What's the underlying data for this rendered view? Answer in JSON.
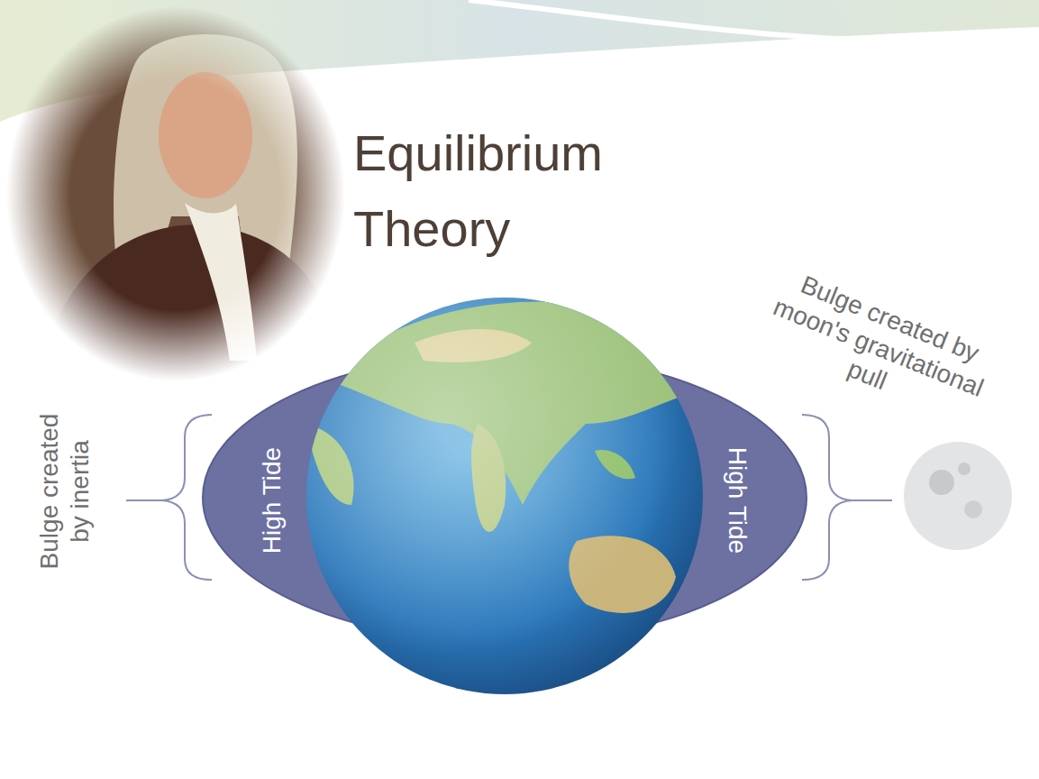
{
  "diagram": {
    "title": "Equilibrium Theory",
    "labels": [
      "Bulge created by inertia",
      "High Tide",
      "High Tide",
      "Bulge created by moon's gravitational pull"
    ]
  }
}
